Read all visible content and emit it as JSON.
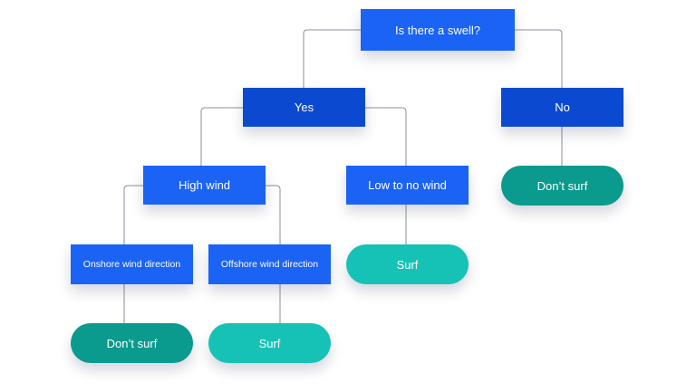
{
  "nodes": {
    "root": {
      "label": "Is there a swell?"
    },
    "yes": {
      "label": "Yes"
    },
    "no": {
      "label": "No"
    },
    "high_wind": {
      "label": "High wind"
    },
    "low_wind": {
      "label": "Low to no wind"
    },
    "no_dont_surf": {
      "label": "Don’t surf"
    },
    "onshore": {
      "label": "Onshore wind direction"
    },
    "offshore": {
      "label": "Offshore wind direction"
    },
    "low_wind_surf": {
      "label": "Surf"
    },
    "onshore_dont_surf": {
      "label": "Don’t surf"
    },
    "offshore_surf": {
      "label": "Surf"
    }
  },
  "edges": [
    {
      "from": "root",
      "to": "yes"
    },
    {
      "from": "root",
      "to": "no"
    },
    {
      "from": "yes",
      "to": "high_wind"
    },
    {
      "from": "yes",
      "to": "low_wind"
    },
    {
      "from": "no",
      "to": "no_dont_surf"
    },
    {
      "from": "high_wind",
      "to": "onshore"
    },
    {
      "from": "high_wind",
      "to": "offshore"
    },
    {
      "from": "low_wind",
      "to": "low_wind_surf"
    },
    {
      "from": "onshore",
      "to": "onshore_dont_surf"
    },
    {
      "from": "offshore",
      "to": "offshore_surf"
    }
  ],
  "colors": {
    "question_box": "#1a63f5",
    "answer_box": "#0b4ad0",
    "dont_surf_pill": "#0a9a8e",
    "surf_pill": "#16c2b6",
    "connector": "#8a8f99"
  }
}
